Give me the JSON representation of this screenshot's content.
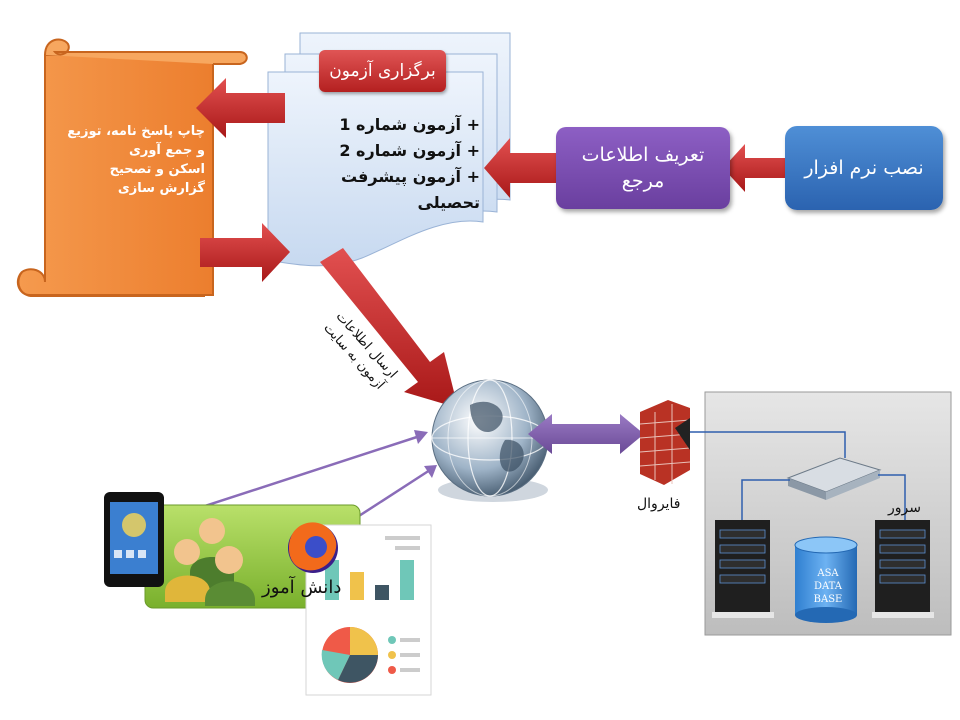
{
  "boxes": {
    "install_software": "نصب نرم افزار",
    "define_reference_line1": "تعریف اطلاعات",
    "define_reference_line2": "مرجع",
    "hold_exam": "برگزاری آزمون"
  },
  "exam_items": [
    "+ آزمون شماره 1",
    "+ آزمون شماره 2",
    "+ آزمون پیشرفت تحصیلی"
  ],
  "scroll_lines": [
    "چاپ پاسخ نامه، توزیع",
    "و جمع آوری",
    "اسکن و تصحیح",
    "گزارش سازی"
  ],
  "send_label_line1": "ارسال اطلاعات",
  "send_label_line2": "آزمون به سایت",
  "firewall_label": "فایروال",
  "server_label": "سرور",
  "student_label": "دانش آموز",
  "database_lines": [
    "ASA",
    "DATA",
    "BASE"
  ],
  "colors": {
    "arrow_red": "#c42a2a",
    "arrow_purple": "#7b5aa6",
    "install_blue": "#3a76c4",
    "define_purple": "#7a4fb0",
    "scroll_orange": "#f0883c",
    "document_blue": "#dce8f7",
    "student_green": "#8cc43c",
    "server_panel": "#cfcfcf"
  }
}
